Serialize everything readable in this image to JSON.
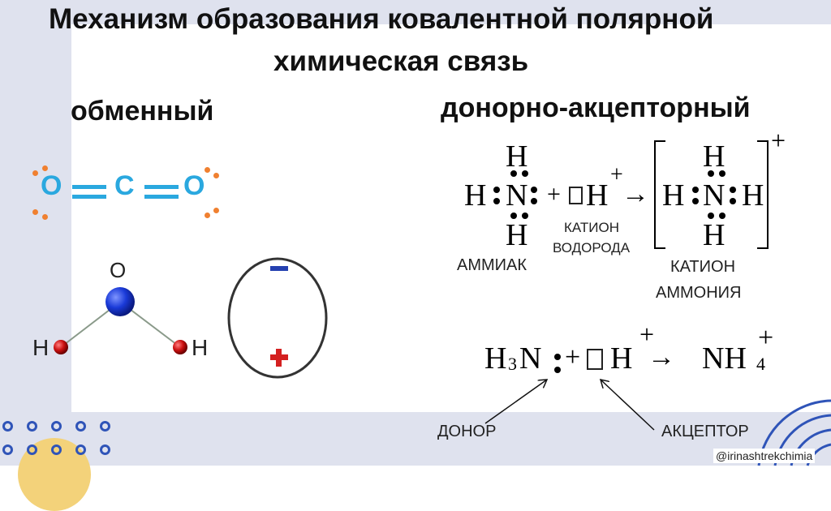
{
  "title": {
    "line1": "Механизм образования ковалентной полярной",
    "line2": "химическая связь"
  },
  "exchange": {
    "heading": "обменный",
    "co2": {
      "o_left": "O",
      "c": "C",
      "o_right": "O"
    },
    "water": {
      "o": "O",
      "h_left": "H",
      "h_right": "H"
    },
    "dipole": {
      "minus": "−",
      "plus": "+"
    }
  },
  "donor_acceptor": {
    "heading": "донорно-акцепторный",
    "eq1": {
      "ammonia": {
        "h_top": "H",
        "h_left": "H",
        "n": "N",
        "h_bottom": "H"
      },
      "plus_sign": "+",
      "hydrogen": "H",
      "charge": "+",
      "arrow": "→",
      "ammonium": {
        "h_top": "H",
        "h_left": "H",
        "n": "N",
        "h_right": "H",
        "h_bottom": "H"
      },
      "ion_charge": "+"
    },
    "labels": {
      "ammonia": "АММИАК",
      "cation_h_line1": "КАТИОН",
      "cation_h_line2": "ВОДОРОДА",
      "cation_nh4_line1": "КАТИОН",
      "cation_nh4_line2": "АММОНИЯ"
    },
    "eq2": {
      "h3": "H",
      "sub3": "3",
      "n": "N",
      "plus_sign": "+",
      "h": "H",
      "charge": "+",
      "arrow": "→",
      "nh": "NH",
      "sub4": "4",
      "ion_charge": "+"
    },
    "donor": "ДОНОР",
    "acceptor": "АКЦЕПТОР"
  },
  "watermark": "@irinashtrekchimia",
  "colors": {
    "accent_blue": "#2aa8df",
    "electron_orange": "#f08030",
    "atom_blue": "#1a3ad8",
    "atom_red": "#cc1111",
    "plus_red": "#d42020",
    "minus_blue": "#2440b0",
    "ring_blue": "#2f54b8",
    "frame": "#dfe2ee",
    "circle_yellow": "#f3d27a"
  }
}
